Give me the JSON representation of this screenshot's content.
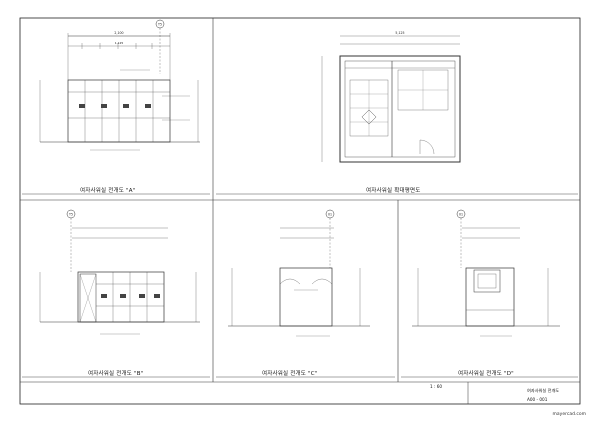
{
  "drawings": [
    {
      "id": "a",
      "caption": "여자사워실 전개도 \"A\"",
      "marker": "T5",
      "dims_top": "2,100",
      "dims_sub": "1,125"
    },
    {
      "id": "plan",
      "caption": "여자사워실 확대평면도",
      "marker": "",
      "dims_top": "5,125"
    },
    {
      "id": "b",
      "caption": "여자사워실 전개도 \"B\"",
      "marker": "T5"
    },
    {
      "id": "c",
      "caption": "여자사워실 전개도 \"C\"",
      "marker": "01"
    },
    {
      "id": "d",
      "caption": "여자사워실 전개도 \"D\"",
      "marker": "01"
    }
  ],
  "title_block": {
    "scale": "1 : 60",
    "sheet_name": "여자사워실 전개도",
    "sheet_number": "A00 - 001"
  },
  "watermark": "mayercad.com"
}
